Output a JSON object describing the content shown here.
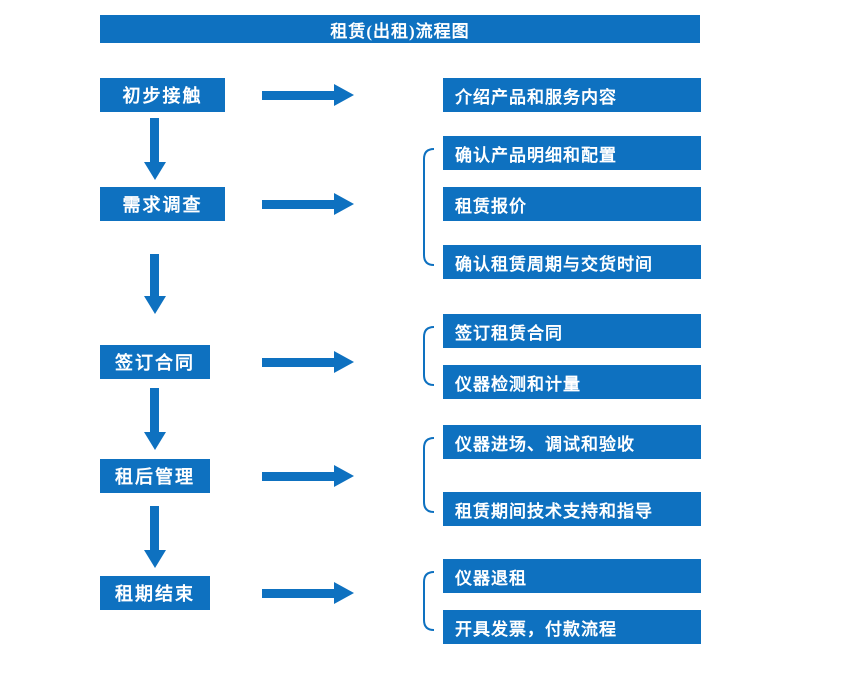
{
  "title": "租赁(出租)流程图",
  "colors": {
    "primary": "#0e71c0",
    "text_on_primary": "#ffffff",
    "background": "#ffffff"
  },
  "diagram_type": "flowchart",
  "stages": [
    {
      "label": "初步接触",
      "outputs": [
        "介绍产品和服务内容"
      ]
    },
    {
      "label": "需求调查",
      "outputs": [
        "确认产品明细和配置",
        "租赁报价",
        "确认租赁周期与交货时间"
      ]
    },
    {
      "label": "签订合同",
      "outputs": [
        "签订租赁合同",
        "仪器检测和计量"
      ]
    },
    {
      "label": "租后管理",
      "outputs": [
        "仪器进场、调试和验收",
        "租赁期间技术支持和指导"
      ]
    },
    {
      "label": "租期结束",
      "outputs": [
        "仪器退租",
        "开具发票，付款流程"
      ]
    }
  ]
}
